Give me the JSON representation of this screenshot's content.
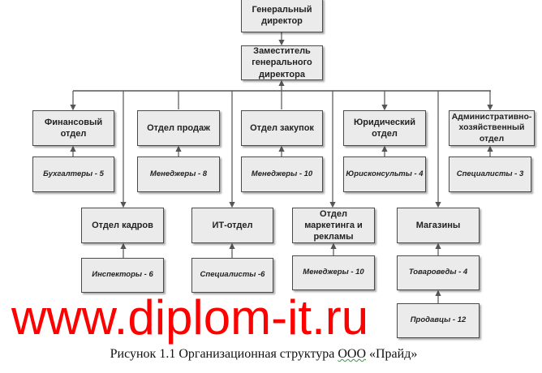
{
  "ceo": "Генеральный директор",
  "deputy": "Заместитель генерального директора",
  "row1": [
    {
      "dept": "Финансовый отдел",
      "staff": "Бухгалтеры - 5"
    },
    {
      "dept": "Отдел продаж",
      "staff": "Менеджеры - 8"
    },
    {
      "dept": "Отдел закупок",
      "staff": "Менеджеры - 10"
    },
    {
      "dept": "Юридический отдел",
      "staff": "Юрисконсульты - 4"
    },
    {
      "dept": "Административно-хозяйственный отдел",
      "staff": "Специалисты - 3"
    }
  ],
  "row2": [
    {
      "dept": "Отдел кадров",
      "staff": "Инспекторы - 6"
    },
    {
      "dept": "ИТ-отдел",
      "staff": "Специалисты -6"
    },
    {
      "dept": "Отдел маркетинга и рекламы",
      "staff": "Менеджеры - 10"
    },
    {
      "dept": "Магазины",
      "staff": "Товароведы - 4",
      "staff2": "Продавцы - 12"
    }
  ],
  "watermark": "www.diplom-it.ru",
  "caption": {
    "main": "Рисунок 1.1 Организационная структура ",
    "org": "ООО",
    "name": " «Прайд»"
  },
  "colors": {
    "watermark": "#ff0000",
    "box_fill": "#ebebeb",
    "line": "#555555"
  }
}
